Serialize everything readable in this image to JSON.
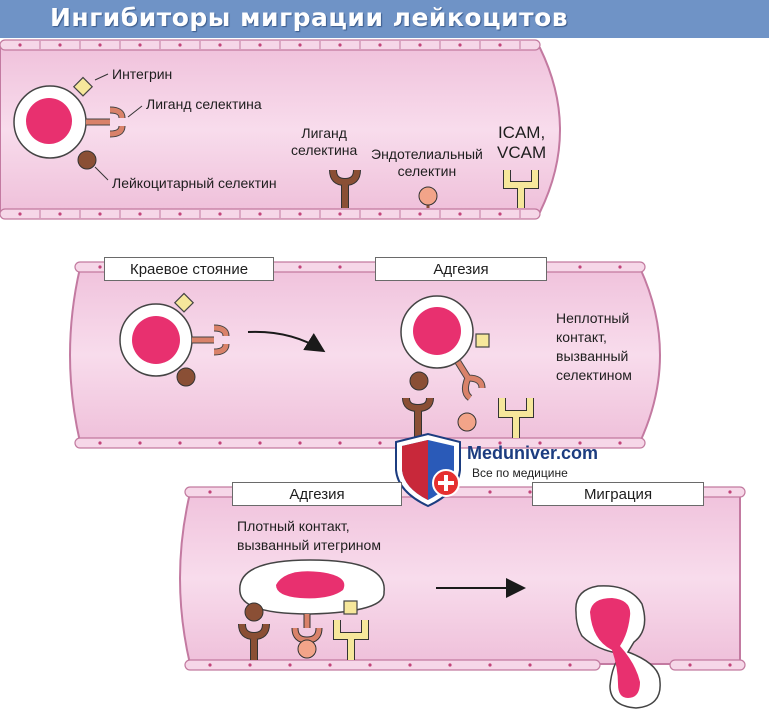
{
  "header": {
    "title": "Ингибиторы миграции лейкоцитов"
  },
  "panel1": {
    "integrin": "Интегрин",
    "ligand_selectin": "Лиганд селектина",
    "leukocyte_selectin": "Лейкоцитарный селектин",
    "ligand_selectin_2": "Лиганд\nселектина",
    "endothelial_selectin": "Эндотелиальный\nселектин",
    "icam_vcam": "ICAM,\nVCAM"
  },
  "panel2": {
    "margination": "Краевое стояние",
    "adhesion": "Адгезия",
    "loose_contact": "Неплотный\nконтакт,\nвызванный\nселектином"
  },
  "panel3": {
    "adhesion": "Адгезия",
    "migration": "Миграция",
    "tight_contact": "Плотный контакт,\nвызванный итегрином"
  },
  "watermark": {
    "name": "Meduniver.com",
    "subtitle": "Все по медицине"
  },
  "colors": {
    "vessel_fill": "#f4cfe4",
    "cell_fill": "#ffffff",
    "nucleus": "#e8306f",
    "selectin_ligand": "#d9826a",
    "leukocyte_selectin": "#8a4f35",
    "integrin": "#f6e79b",
    "endothelial_selectin": "#f2a489",
    "banner": "#6f93c6"
  }
}
